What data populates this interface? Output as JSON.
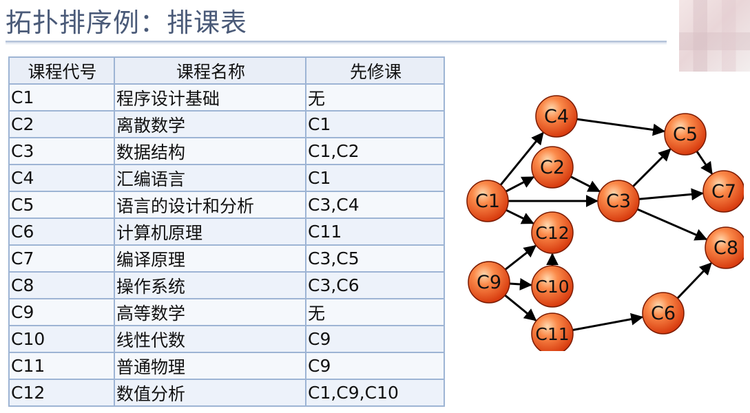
{
  "title": "拓扑排序例：排课表",
  "table": {
    "headers": [
      "课程代号",
      "课程名称",
      "先修课"
    ],
    "rows": [
      {
        "code": "C1",
        "name": "程序设计基础",
        "prereq": "无"
      },
      {
        "code": "C2",
        "name": "离散数学",
        "prereq": "C1"
      },
      {
        "code": "C3",
        "name": "数据结构",
        "prereq": "C1,C2"
      },
      {
        "code": "C4",
        "name": "汇编语言",
        "prereq": "C1"
      },
      {
        "code": "C5",
        "name": "语言的设计和分析",
        "prereq": "C3,C4"
      },
      {
        "code": "C6",
        "name": "计算机原理",
        "prereq": "C11"
      },
      {
        "code": "C7",
        "name": "编译原理",
        "prereq": "C3,C5"
      },
      {
        "code": "C8",
        "name": "操作系统",
        "prereq": "C3,C6"
      },
      {
        "code": "C9",
        "name": "高等数学",
        "prereq": "无"
      },
      {
        "code": "C10",
        "name": "线性代数",
        "prereq": "C9"
      },
      {
        "code": "C11",
        "name": "普通物理",
        "prereq": "C9"
      },
      {
        "code": "C12",
        "name": "数值分析",
        "prereq": "C1,C9,C10"
      }
    ]
  },
  "graph": {
    "nodes": [
      "C1",
      "C2",
      "C3",
      "C4",
      "C5",
      "C6",
      "C7",
      "C8",
      "C9",
      "C10",
      "C11",
      "C12"
    ],
    "edges": [
      [
        "C1",
        "C4"
      ],
      [
        "C1",
        "C2"
      ],
      [
        "C1",
        "C3"
      ],
      [
        "C1",
        "C12"
      ],
      [
        "C2",
        "C3"
      ],
      [
        "C4",
        "C5"
      ],
      [
        "C3",
        "C5"
      ],
      [
        "C3",
        "C7"
      ],
      [
        "C3",
        "C8"
      ],
      [
        "C5",
        "C7"
      ],
      [
        "C9",
        "C12"
      ],
      [
        "C9",
        "C10"
      ],
      [
        "C9",
        "C11"
      ],
      [
        "C10",
        "C12"
      ],
      [
        "C11",
        "C6"
      ],
      [
        "C6",
        "C8"
      ]
    ],
    "node_fill": "#e8541f",
    "edge_color": "#000000"
  }
}
